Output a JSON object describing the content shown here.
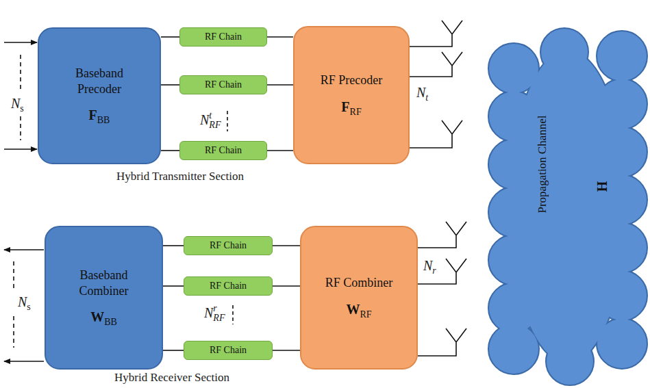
{
  "diagram": {
    "nodes": [
      {
        "text": [
          "Baseband Precoder",
          "FBB"
        ]
      },
      {
        "text": [
          "RF Chain"
        ]
      },
      {
        "text": [
          "RF Chain"
        ]
      },
      {
        "text": [
          "RF Chain"
        ]
      },
      {
        "text": [
          "RF Precoder",
          "FRF"
        ]
      },
      {
        "text": [
          "Baseband Combiner",
          "WBB"
        ]
      },
      {
        "text": [
          "RF Chain"
        ]
      },
      {
        "text": [
          "RF Chain"
        ]
      },
      {
        "text": [
          "RF Chain"
        ]
      },
      {
        "text": [
          "RF Combiner",
          "WRF"
        ]
      },
      {
        "text": [
          "Propagation Channel",
          "H"
        ]
      }
    ],
    "edges": [
      {
        "from": 0,
        "to": 1,
        "arrow": "none"
      },
      {
        "from": 0,
        "to": 2,
        "arrow": "none"
      },
      {
        "from": 0,
        "to": 3,
        "arrow": "none"
      },
      {
        "from": 1,
        "to": 4,
        "arrow": "none"
      },
      {
        "from": 2,
        "to": 4,
        "arrow": "none"
      },
      {
        "from": 3,
        "to": 4,
        "arrow": "none"
      },
      {
        "from": 9,
        "to": 6,
        "arrow": "none"
      },
      {
        "from": 9,
        "to": 7,
        "arrow": "none"
      },
      {
        "from": 9,
        "to": 8,
        "arrow": "none"
      },
      {
        "from": 6,
        "to": 5,
        "arrow": "none"
      },
      {
        "from": 7,
        "to": 5,
        "arrow": "none"
      },
      {
        "from": 8,
        "to": 5,
        "arrow": "none"
      }
    ],
    "labels": [
      "Ns",
      "NtRF",
      "Nt",
      "Hybrid Transmitter Section",
      "Ns",
      "NrRF",
      "Nr",
      "Hybrid Receiver Section"
    ]
  }
}
